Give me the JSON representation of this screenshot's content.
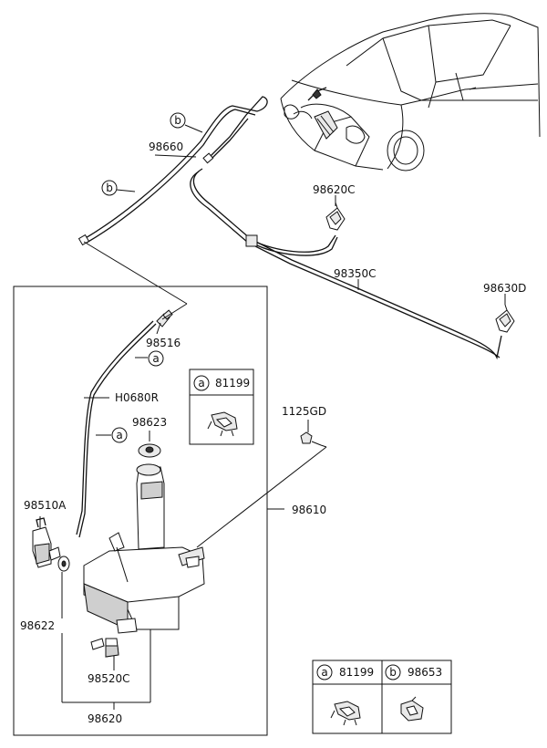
{
  "labels": {
    "p98660": "98660",
    "p98620C": "98620C",
    "p98350C": "98350C",
    "p98630D": "98630D",
    "p98516": "98516",
    "h0680r": "H0680R",
    "p98623": "98623",
    "p1125GD": "1125GD",
    "p98610": "98610",
    "p98510A": "98510A",
    "p98622": "98622",
    "p98520C": "98520C",
    "p98620": "98620"
  },
  "callouts": {
    "a": "a",
    "b": "b"
  },
  "inset_box": {
    "letter": "a",
    "part": "81199"
  },
  "legend": {
    "items": [
      {
        "letter": "a",
        "part": "81199"
      },
      {
        "letter": "b",
        "part": "98653"
      }
    ]
  }
}
